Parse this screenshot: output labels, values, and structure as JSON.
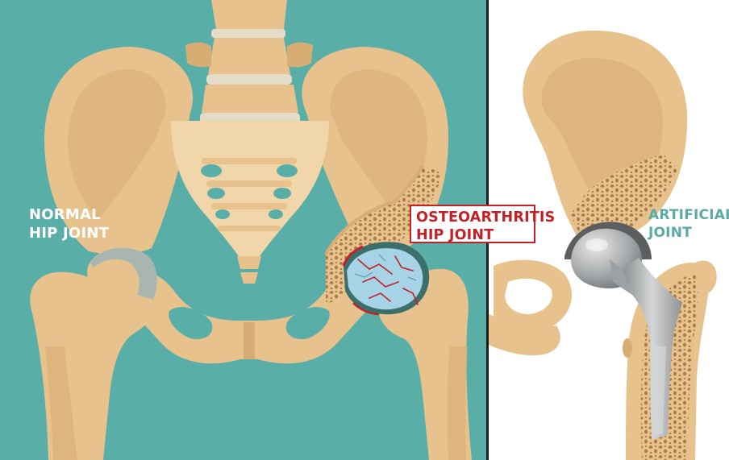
{
  "labels": {
    "normal": {
      "line1": "NORMAL",
      "line2": "HIP JOINT"
    },
    "osteoarthritis": {
      "line1": "OSTEOARTHRITIS",
      "line2": "HIP JOINT"
    },
    "artificial": {
      "line1": "ARTIFICIAL",
      "line2": "JOINT"
    }
  },
  "colors": {
    "teal_background": "#5aaea8",
    "bone": "#e7c28c",
    "bone_shade": "#d8ad73",
    "bone_light": "#f1d6a9",
    "spongy_bone": "#a97a46",
    "cartilage": "#a9b6b0",
    "arthritis_red": "#c32127",
    "arthritic_cartilage": "#a6d3e6",
    "implant_metal": "#a3a6a8",
    "divider": "#1b1b1b"
  }
}
